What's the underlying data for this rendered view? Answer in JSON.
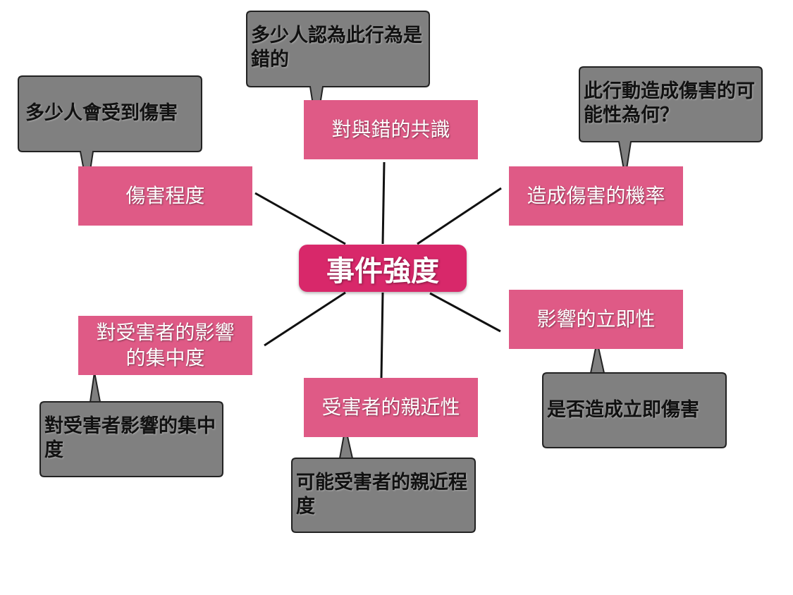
{
  "center": {
    "label": "事件強度"
  },
  "nodes": {
    "harm": {
      "label": "傷害程度"
    },
    "consensus": {
      "label": "對與錯的共識"
    },
    "probability": {
      "label": "造成傷害的機率"
    },
    "concentration": {
      "label": "對受害者的影響的集中度"
    },
    "proximity": {
      "label": "受害者的親近性"
    },
    "immediacy": {
      "label": "影響的立即性"
    }
  },
  "callouts": {
    "harm": {
      "text": "多少人會受到傷害"
    },
    "consensus": {
      "text": "多少人認為此行為是錯的"
    },
    "probability": {
      "text": "此行動造成傷害的可能性為何？"
    },
    "concentration": {
      "text": "對受害者影響的集中度"
    },
    "proximity": {
      "text": "可能受害者的親近程度"
    },
    "immediacy": {
      "text": "是否造成立即傷害"
    }
  },
  "colors": {
    "center": "#d8286a",
    "node": "#df5a86",
    "callout": "#808080"
  }
}
